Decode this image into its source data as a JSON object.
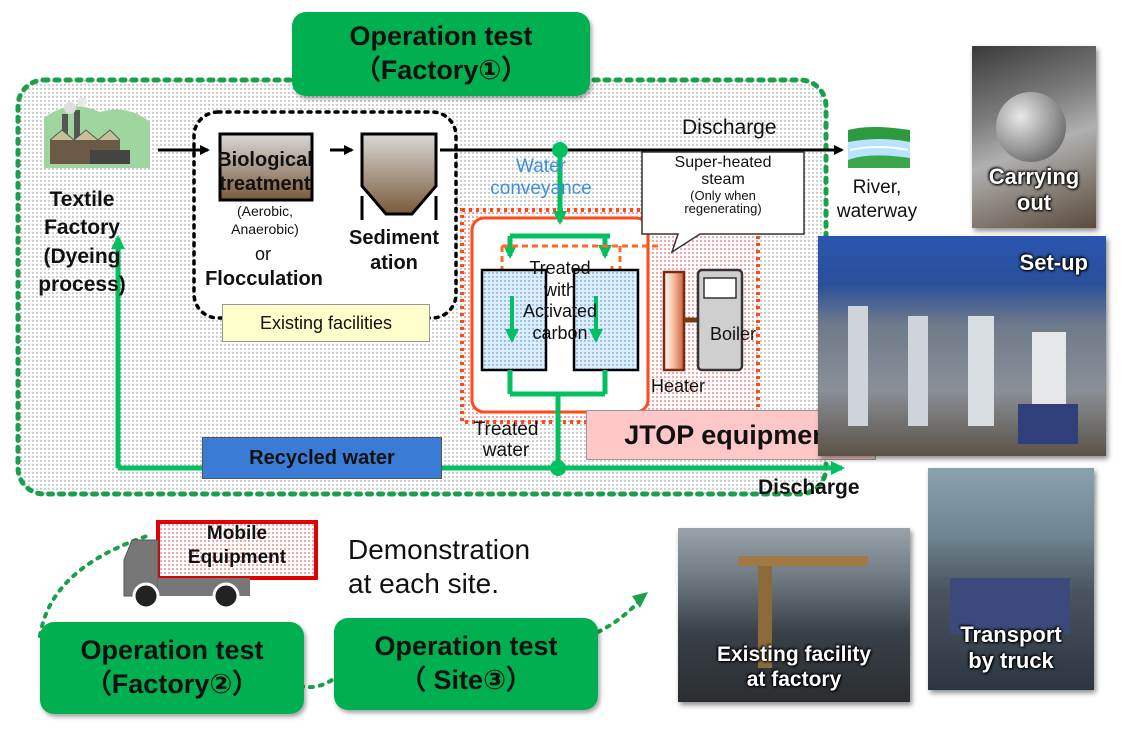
{
  "title": {
    "line1": "Operation test",
    "line2": "（Factory①）"
  },
  "factory": {
    "lines": [
      "Textile",
      "Factory",
      "(Dyeing",
      "process)"
    ]
  },
  "biological": {
    "title_l1": "Biological",
    "title_l2": "treatment",
    "sub_l1": "(Aerobic,",
    "sub_l2": "Anaerobic)",
    "or": "or",
    "floc": "Flocculation"
  },
  "sedimentation": {
    "l1": "Sediment",
    "l2": "ation"
  },
  "existing_facilities": "Existing facilities",
  "discharge_top": "Discharge",
  "water_conveyance": {
    "l1": "Water",
    "l2": "conveyance"
  },
  "callout": {
    "l1": "Super-heated",
    "l2": "steam",
    "l3": "(Only when",
    "l4": "regenerating)"
  },
  "river": {
    "l1": "River,",
    "l2": "waterway"
  },
  "activated": {
    "l1": "Treated",
    "l2": "with",
    "l3": "Activated",
    "l4": "carbon"
  },
  "boiler": "Boiler",
  "heater": "Heater",
  "treated_water": {
    "l1": "Treated",
    "l2": "water"
  },
  "jtop": "JTOP equipment",
  "recycled_water": "Recycled water",
  "discharge_bottom": "Discharge",
  "mobile": {
    "l1": "Mobile",
    "l2": "Equipment"
  },
  "demonstration": {
    "l1": "Demonstration",
    "l2": "at each site."
  },
  "factory2": {
    "line1": "Operation test",
    "line2": "（Factory②）"
  },
  "site3": {
    "line1": "Operation test",
    "line2": "（ Site③）"
  },
  "photos": {
    "carrying_out": {
      "l1": "Carrying",
      "l2": "out"
    },
    "setup": "Set-up",
    "existing_facility": {
      "l1": "Existing facility",
      "l2": "at factory"
    },
    "transport": {
      "l1": "Transport",
      "l2": "by truck"
    }
  },
  "colors": {
    "green": "#00b050",
    "orange": "#ff5a1f",
    "arrow_green": "#00c060",
    "blue_label": "#3c8fe0",
    "jtop_bg": "#ffc8c8",
    "recycled_bg": "#3a7bd5",
    "existing_bg": "#ffffcc"
  }
}
